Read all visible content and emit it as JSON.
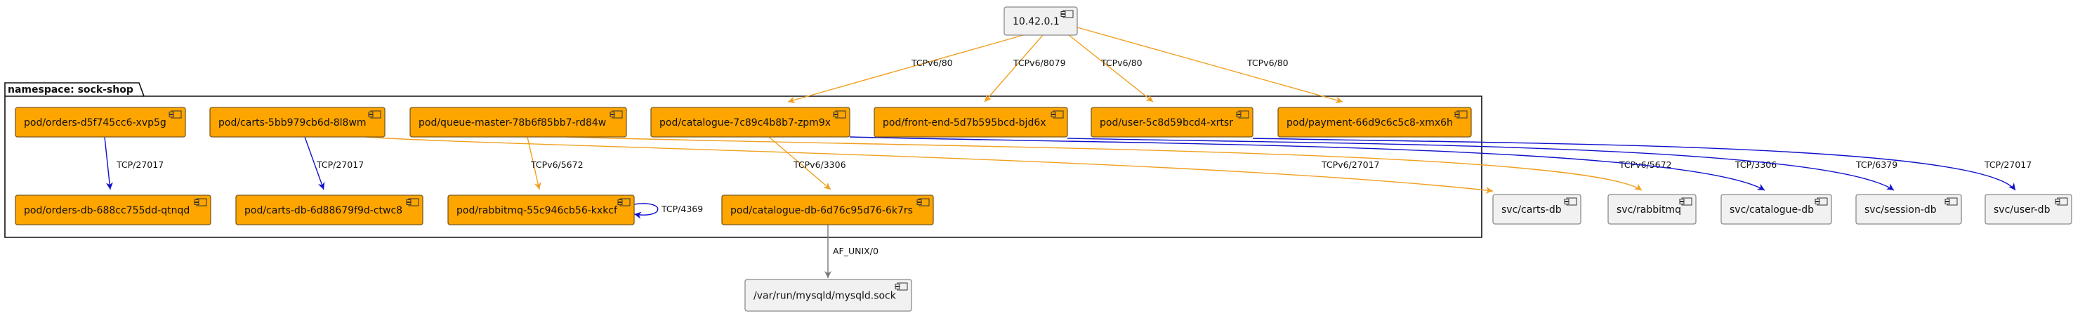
{
  "diagram": {
    "namespace_label": "namespace: sock-shop",
    "colors": {
      "pod_fill": "#FFA500",
      "ext_fill": "#f1f1f1",
      "edge_orange": "#f0a020",
      "edge_blue": "#1010cc",
      "edge_gray": "#777777"
    },
    "nodes": [
      {
        "id": "ip",
        "label": "10.42.0.1",
        "kind": "external"
      },
      {
        "id": "orders",
        "label": "pod/orders-d5f745cc6-xvp5g",
        "kind": "pod"
      },
      {
        "id": "carts",
        "label": "pod/carts-5bb979cb6d-8l8wm",
        "kind": "pod"
      },
      {
        "id": "queue",
        "label": "pod/queue-master-78b6f85bb7-rd84w",
        "kind": "pod"
      },
      {
        "id": "catalogue",
        "label": "pod/catalogue-7c89c4b8b7-zpm9x",
        "kind": "pod"
      },
      {
        "id": "frontend",
        "label": "pod/front-end-5d7b595bcd-bjd6x",
        "kind": "pod"
      },
      {
        "id": "user",
        "label": "pod/user-5c8d59bcd4-xrtsr",
        "kind": "pod"
      },
      {
        "id": "payment",
        "label": "pod/payment-66d9c6c5c8-xmx6h",
        "kind": "pod"
      },
      {
        "id": "ordersdb",
        "label": "pod/orders-db-688cc755dd-qtnqd",
        "kind": "pod"
      },
      {
        "id": "cartsdb",
        "label": "pod/carts-db-6d88679f9d-ctwc8",
        "kind": "pod"
      },
      {
        "id": "rabbit",
        "label": "pod/rabbitmq-55c946cb56-kxkcf",
        "kind": "pod"
      },
      {
        "id": "catdb",
        "label": "pod/catalogue-db-6d76c95d76-6k7rs",
        "kind": "pod"
      },
      {
        "id": "svccarts",
        "label": "svc/carts-db",
        "kind": "external"
      },
      {
        "id": "svcrabbit",
        "label": "svc/rabbitmq",
        "kind": "external"
      },
      {
        "id": "svccat",
        "label": "svc/catalogue-db",
        "kind": "external"
      },
      {
        "id": "svcsession",
        "label": "svc/session-db",
        "kind": "external"
      },
      {
        "id": "svcuser",
        "label": "svc/user-db",
        "kind": "external"
      },
      {
        "id": "sock",
        "label": "/var/run/mysqld/mysqld.sock",
        "kind": "external"
      }
    ],
    "edges": [
      {
        "from": "ip",
        "to": "catalogue",
        "label": "TCPv6/80",
        "color": "orange"
      },
      {
        "from": "ip",
        "to": "frontend",
        "label": "TCPv6/8079",
        "color": "orange"
      },
      {
        "from": "ip",
        "to": "user",
        "label": "TCPv6/80",
        "color": "orange"
      },
      {
        "from": "ip",
        "to": "payment",
        "label": "TCPv6/80",
        "color": "orange"
      },
      {
        "from": "orders",
        "to": "ordersdb",
        "label": "TCP/27017",
        "color": "blue"
      },
      {
        "from": "carts",
        "to": "cartsdb",
        "label": "TCP/27017",
        "color": "blue"
      },
      {
        "from": "queue",
        "to": "rabbit",
        "label": "TCPv6/5672",
        "color": "orange"
      },
      {
        "from": "rabbit",
        "to": "rabbit",
        "label": "TCP/4369",
        "color": "blue"
      },
      {
        "from": "catalogue",
        "to": "catdb",
        "label": "TCPv6/3306",
        "color": "orange"
      },
      {
        "from": "carts",
        "to": "svccarts",
        "label": "TCPv6/27017",
        "color": "orange"
      },
      {
        "from": "queue",
        "to": "svcrabbit",
        "label": "TCPv6/5672",
        "color": "orange"
      },
      {
        "from": "catalogue",
        "to": "svccat",
        "label": "TCP/3306",
        "color": "blue"
      },
      {
        "from": "frontend",
        "to": "svcsession",
        "label": "TCP/6379",
        "color": "blue"
      },
      {
        "from": "user",
        "to": "svcuser",
        "label": "TCP/27017",
        "color": "blue"
      },
      {
        "from": "catdb",
        "to": "sock",
        "label": "AF_UNIX/0",
        "color": "gray"
      }
    ]
  }
}
